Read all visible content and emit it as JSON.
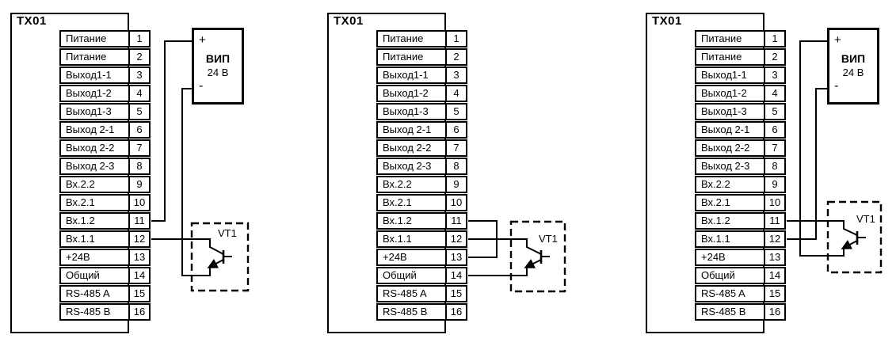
{
  "device_label": "ТХ01",
  "terminals": [
    {
      "label": "Питание",
      "num": "1"
    },
    {
      "label": "Питание",
      "num": "2"
    },
    {
      "label": "Выход1-1",
      "num": "3"
    },
    {
      "label": "Выход1-2",
      "num": "4"
    },
    {
      "label": "Выход1-3",
      "num": "5"
    },
    {
      "label": "Выход 2-1",
      "num": "6"
    },
    {
      "label": "Выход 2-2",
      "num": "7"
    },
    {
      "label": "Выход 2-3",
      "num": "8"
    },
    {
      "label": "Вх.2.2",
      "num": "9"
    },
    {
      "label": "Вх.2.1",
      "num": "10"
    },
    {
      "label": "Вх.1.2",
      "num": "11"
    },
    {
      "label": "Вх.1.1",
      "num": "12"
    },
    {
      "label": "+24В",
      "num": "13"
    },
    {
      "label": "Общий",
      "num": "14"
    },
    {
      "label": "RS-485 A",
      "num": "15"
    },
    {
      "label": "RS-485 B",
      "num": "16"
    }
  ],
  "psu": {
    "plus": "+",
    "name": "ВИП",
    "voltage": "24 В",
    "minus": "-"
  },
  "transistor": {
    "label": "VT1"
  },
  "colors": {
    "line": "#000000",
    "background": "#ffffff"
  }
}
